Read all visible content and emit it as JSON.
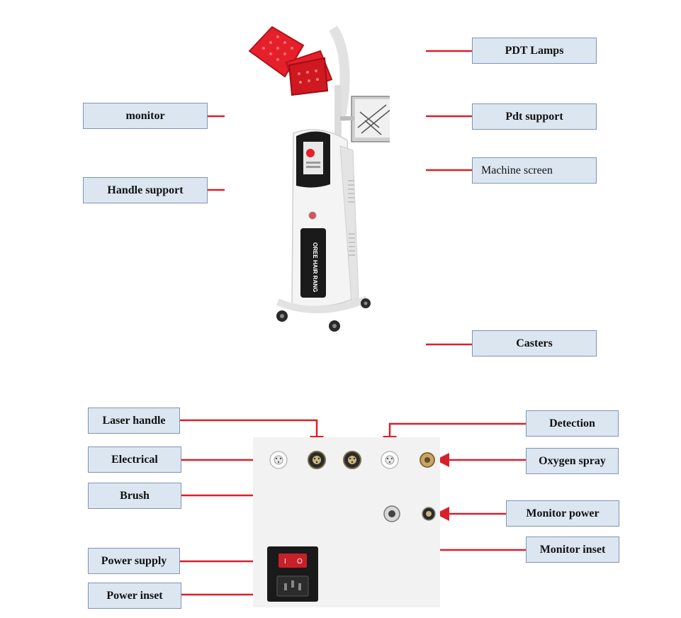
{
  "labels": {
    "pdt_lamps": "PDT Lamps",
    "monitor": "monitor",
    "pdt_support": "Pdt support",
    "handle_support": "Handle support",
    "machine_screen": "Machine screen",
    "casters": "Casters",
    "laser_handle": "Laser handle",
    "electrical": "Electrical",
    "brush": "Brush",
    "detection": "Detection",
    "oxygen_spray": "Oxygen spray",
    "monitor_power": "Monitor power",
    "monitor_inset": "Monitor inset",
    "power_supply": "Power supply",
    "power_inset": "Power inset"
  },
  "machine_text": {
    "side_brand": "OREE HAIR RANG"
  },
  "colors": {
    "label_fill": "#dce6f1",
    "label_border": "#7f96b2",
    "leader": "#d9202a",
    "lamp_red": "#e5202a",
    "machine_white": "#f4f4f4",
    "machine_black": "#1a1a1a"
  }
}
